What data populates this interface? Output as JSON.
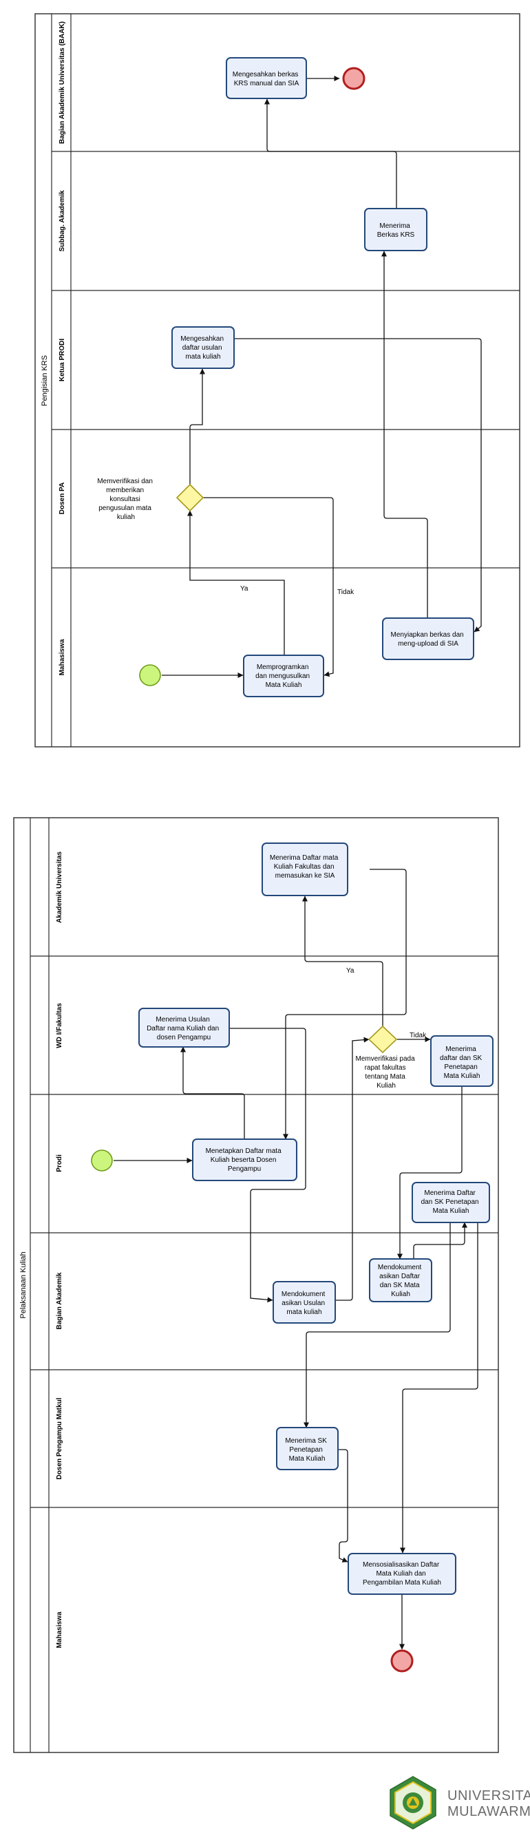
{
  "diagrams": [
    {
      "title": "Pengisian KRS",
      "lanes": [
        "Bagian Akademik Universitas (BAAK)",
        "Subbag. Akademik",
        "Ketua PRODI",
        "Dosen PA",
        "Mahasiswa"
      ],
      "tasks": {
        "mengesahkan_berkas": [
          "Mengesahkan berkas",
          "KRS manual dan SIA"
        ],
        "menerima_berkas": [
          "Menerima",
          "Berkas  KRS"
        ],
        "mengesahkan_daftar": [
          "Mengesahkan",
          "daftar usulan",
          "mata kuliah"
        ],
        "menyiapkan_berkas": [
          "Menyiapkan berkas dan",
          "meng-upload di SIA"
        ],
        "memprogramkan": [
          "Memprogramkan",
          "dan mengusulkan",
          "Mata Kuliah"
        ]
      },
      "gateway_label": [
        "Memverifikasi dan",
        "memberikan",
        "konsultasi",
        "pengusulan mata",
        "kuliah"
      ],
      "flow_labels": {
        "yes": "Ya",
        "no": "Tidak"
      }
    },
    {
      "title": "Pelaksanaan Kuliah",
      "lanes": [
        "Akademik Universitas",
        "WD I/Fakultas",
        "Prodi",
        "Bagian Akademik",
        "Dosen Pengampu Matkul",
        "Mahasiswa"
      ],
      "tasks": {
        "menerima_daftar_mk": [
          "Menerima Daftar mata",
          "Kuliah Fakultas dan",
          "memasukan ke SIA"
        ],
        "menerima_usulan": [
          "Menerima Usulan",
          "Daftar nama Kuliah dan",
          "dosen Pengampu"
        ],
        "menerima_daftar_sk": [
          "Menerima",
          "daftar dan SK",
          "Penetapan",
          "Mata Kuliah"
        ],
        "menetapkan_daftar": [
          "Menetapkan Daftar mata",
          "Kuliah beserta Dosen",
          "Pengampu"
        ],
        "menerima_daftar_sk_prodi": [
          "Menerima Daftar",
          "dan SK Penetapan",
          "Mata Kuliah"
        ],
        "mendokumentasikan_usulan": [
          "Mendokument",
          "asikan  Usulan",
          "mata kuliah"
        ],
        "mendokumentasikan_daftar": [
          "Mendokument",
          "asikan Daftar",
          "dan SK Mata",
          "Kuliah"
        ],
        "menerima_sk": [
          "Menerima SK",
          "Penetapan",
          "Mata Kuliah"
        ],
        "mensosialisasikan": [
          "Mensosialisasikan Daftar",
          "Mata Kuliah dan",
          "Pengambilan Mata Kuliah"
        ]
      },
      "gateway_label": [
        "Memverifikasi pada",
        "rapat fakultas",
        "tentang Mata",
        "Kuliah"
      ],
      "flow_labels": {
        "yes": "Ya",
        "no": "Tidak"
      }
    }
  ],
  "logo": {
    "line1": "UNIVERSITAS",
    "line2": "MULAWARMAN",
    "colors": {
      "green": "#3c8a3b",
      "gold": "#e0c21e",
      "text": "#6b6b6b"
    }
  },
  "colors": {
    "task_fill": "#eaf0fb",
    "task_stroke": "#23487a",
    "start_fill": "#ccf57e",
    "end_fill": "#f3a6a6",
    "end_stroke": "#b11e1e",
    "gateway_fill": "#fdf6a3"
  }
}
